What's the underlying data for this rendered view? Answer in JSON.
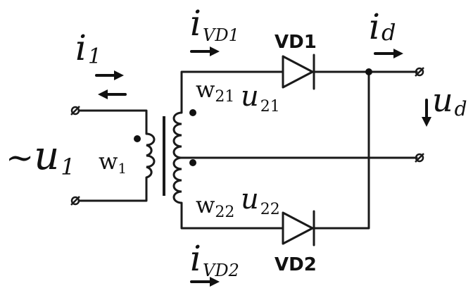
{
  "labels": {
    "i1_main": "i",
    "i1_sub": "1",
    "u1_prefix": "~",
    "u1_main": "u",
    "u1_sub": "1",
    "w1_main": "w",
    "w1_sub": "1",
    "ivd1_main": "i",
    "ivd1_sub": "VD1",
    "ivd2_main": "i",
    "ivd2_sub": "VD2",
    "w21_main": "w",
    "w21_sub": "21",
    "u21_main": "u",
    "u21_sub": "21",
    "w22_main": "w",
    "w22_sub": "22",
    "u22_main": "u",
    "u22_sub": "22",
    "vd1": "VD1",
    "vd2": "VD2",
    "id_main": "i",
    "id_sub": "d",
    "ud_main": "u",
    "ud_sub": "d"
  },
  "colors": {
    "stroke": "#1a1a1a",
    "background": "#ffffff"
  }
}
